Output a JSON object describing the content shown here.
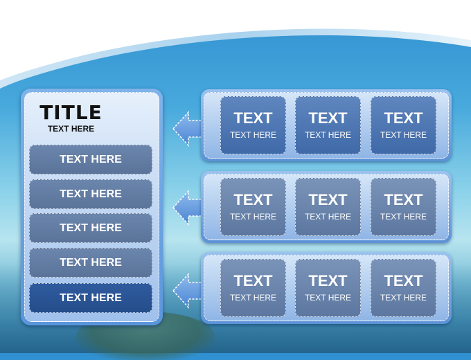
{
  "left_panel": {
    "title": "TITLE",
    "subtitle": "TEXT HERE",
    "items": [
      "TEXT HERE",
      "TEXT HERE",
      "TEXT HERE",
      "TEXT HERE",
      "TEXT HERE"
    ]
  },
  "rows": [
    {
      "cells": [
        {
          "big": "TEXT",
          "small": "TEXT HERE"
        },
        {
          "big": "TEXT",
          "small": "TEXT HERE"
        },
        {
          "big": "TEXT",
          "small": "TEXT HERE"
        }
      ]
    },
    {
      "cells": [
        {
          "big": "TEXT",
          "small": "TEXT HERE"
        },
        {
          "big": "TEXT",
          "small": "TEXT HERE"
        },
        {
          "big": "TEXT",
          "small": "TEXT HERE"
        }
      ]
    },
    {
      "cells": [
        {
          "big": "TEXT",
          "small": "TEXT HERE"
        },
        {
          "big": "TEXT",
          "small": "TEXT HERE"
        },
        {
          "big": "TEXT",
          "small": "TEXT HERE"
        }
      ]
    }
  ],
  "icons": [
    "left-arrow-icon",
    "left-arrow-icon",
    "left-arrow-icon"
  ],
  "colors": {
    "panel_blue": "#5a95dc",
    "item_gray_blue": "#5a7399",
    "item_dark_blue": "#244d8b",
    "background_sky": "#47a9dc"
  }
}
